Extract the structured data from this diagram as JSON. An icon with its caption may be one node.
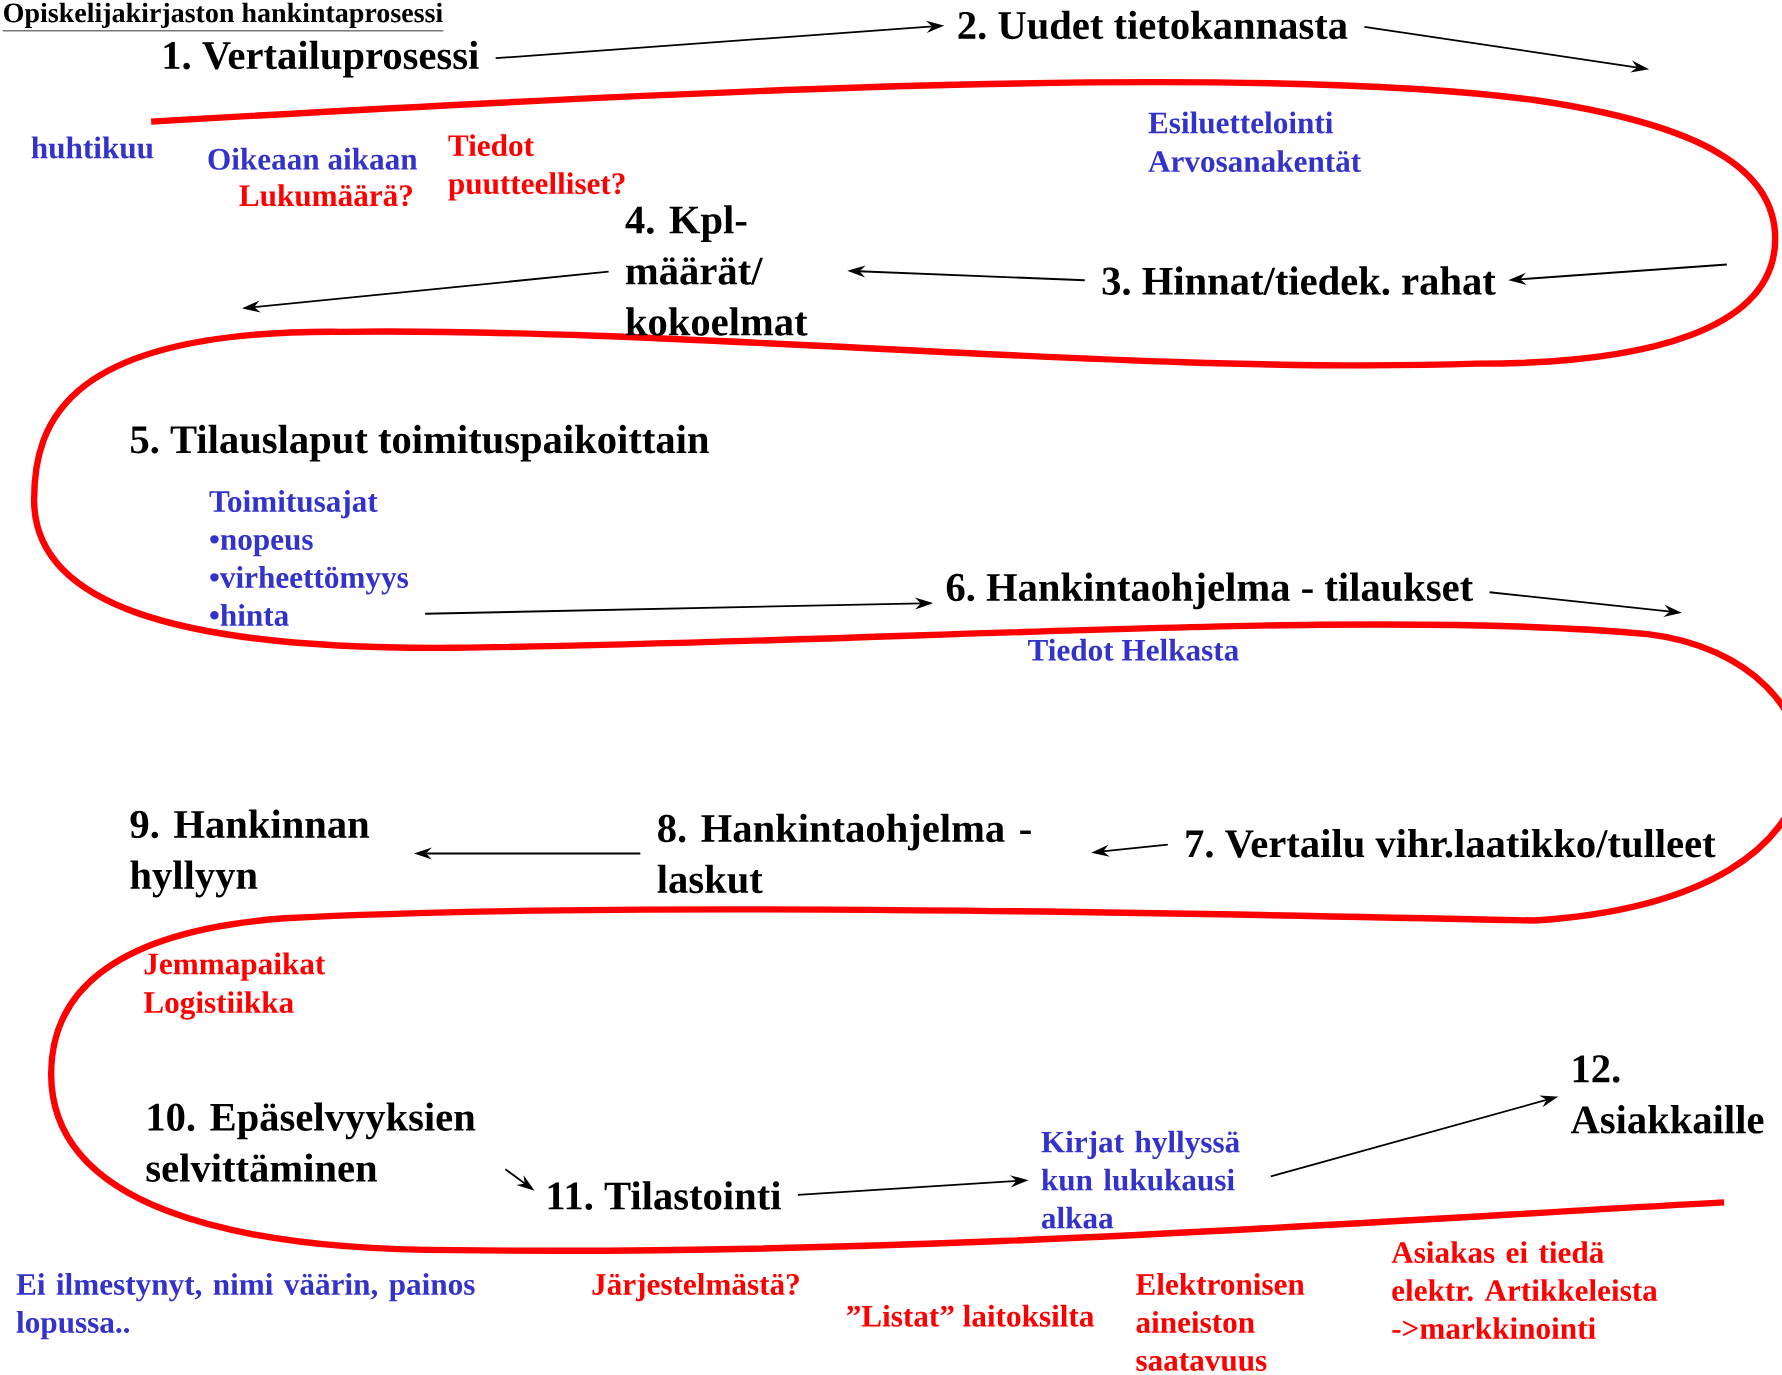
{
  "diagram": {
    "title": "Opiskelijakirjaston hankintaprosessi",
    "nodes": [
      {
        "text": [
          "1. Vertailuprosessi"
        ]
      },
      {
        "text": [
          "2. Uudet tietokannasta"
        ]
      },
      {
        "text": [
          "3. Hinnat/tiedek. rahat"
        ]
      },
      {
        "text": [
          "4. Kpl-määrät/ kokoelmat"
        ]
      },
      {
        "text": [
          "5. Tilauslaput toimituspaikoittain"
        ]
      },
      {
        "text": [
          "Toimitusajat",
          "•nopeus",
          "•virheettömyys",
          "•hinta"
        ]
      },
      {
        "text": [
          "6. Hankintaohjelma - tilaukset"
        ]
      },
      {
        "text": [
          "7. Vertailu vihr.laatikko/tulleet"
        ]
      },
      {
        "text": [
          "8. Hankintaohjelma - laskut"
        ]
      },
      {
        "text": [
          "9. Hankinnan hyllyyn"
        ]
      },
      {
        "text": [
          "10. Epäselvyyksien selvittäminen"
        ]
      },
      {
        "text": [
          "11. Tilastointi"
        ]
      },
      {
        "text": [
          "Kirjat hyllyssä kun lukukausi alkaa"
        ]
      },
      {
        "text": [
          "12. Asiakkaille"
        ]
      }
    ],
    "edges": [
      {
        "from": 0,
        "to": 1,
        "arrow": "to"
      },
      {
        "from": 1,
        "to": null,
        "arrow": "to"
      },
      {
        "from": null,
        "to": 2,
        "arrow": "to"
      },
      {
        "from": 2,
        "to": 3,
        "arrow": "to"
      },
      {
        "from": 3,
        "to": null,
        "arrow": "to"
      },
      {
        "from": 5,
        "to": 6,
        "arrow": "to"
      },
      {
        "from": 6,
        "to": null,
        "arrow": "to"
      },
      {
        "from": 7,
        "to": 8,
        "arrow": "to"
      },
      {
        "from": 8,
        "to": 9,
        "arrow": "to"
      },
      {
        "from": 10,
        "to": 11,
        "arrow": "to"
      },
      {
        "from": 11,
        "to": 12,
        "arrow": "to"
      },
      {
        "from": 12,
        "to": 13,
        "arrow": "to"
      }
    ],
    "labels": [
      "huhtikuu",
      "Oikeaan aikaan",
      "Lukumäärä?",
      "Tiedot puutteelliset?",
      "Esiluettelointi",
      "Arvosanakentät",
      "Tiedot Helkasta",
      "Jemmapaikat",
      "Logistiikka",
      "Ei ilmestynyt, nimi väärin, painos lopussa..",
      "Järjestelmästä?",
      "”Listat” laitoksilta",
      "Elektronisen aineiston saatavuus",
      "Asiakas ei tiedä elektr. Artikkeleista ->markkinointi"
    ]
  }
}
